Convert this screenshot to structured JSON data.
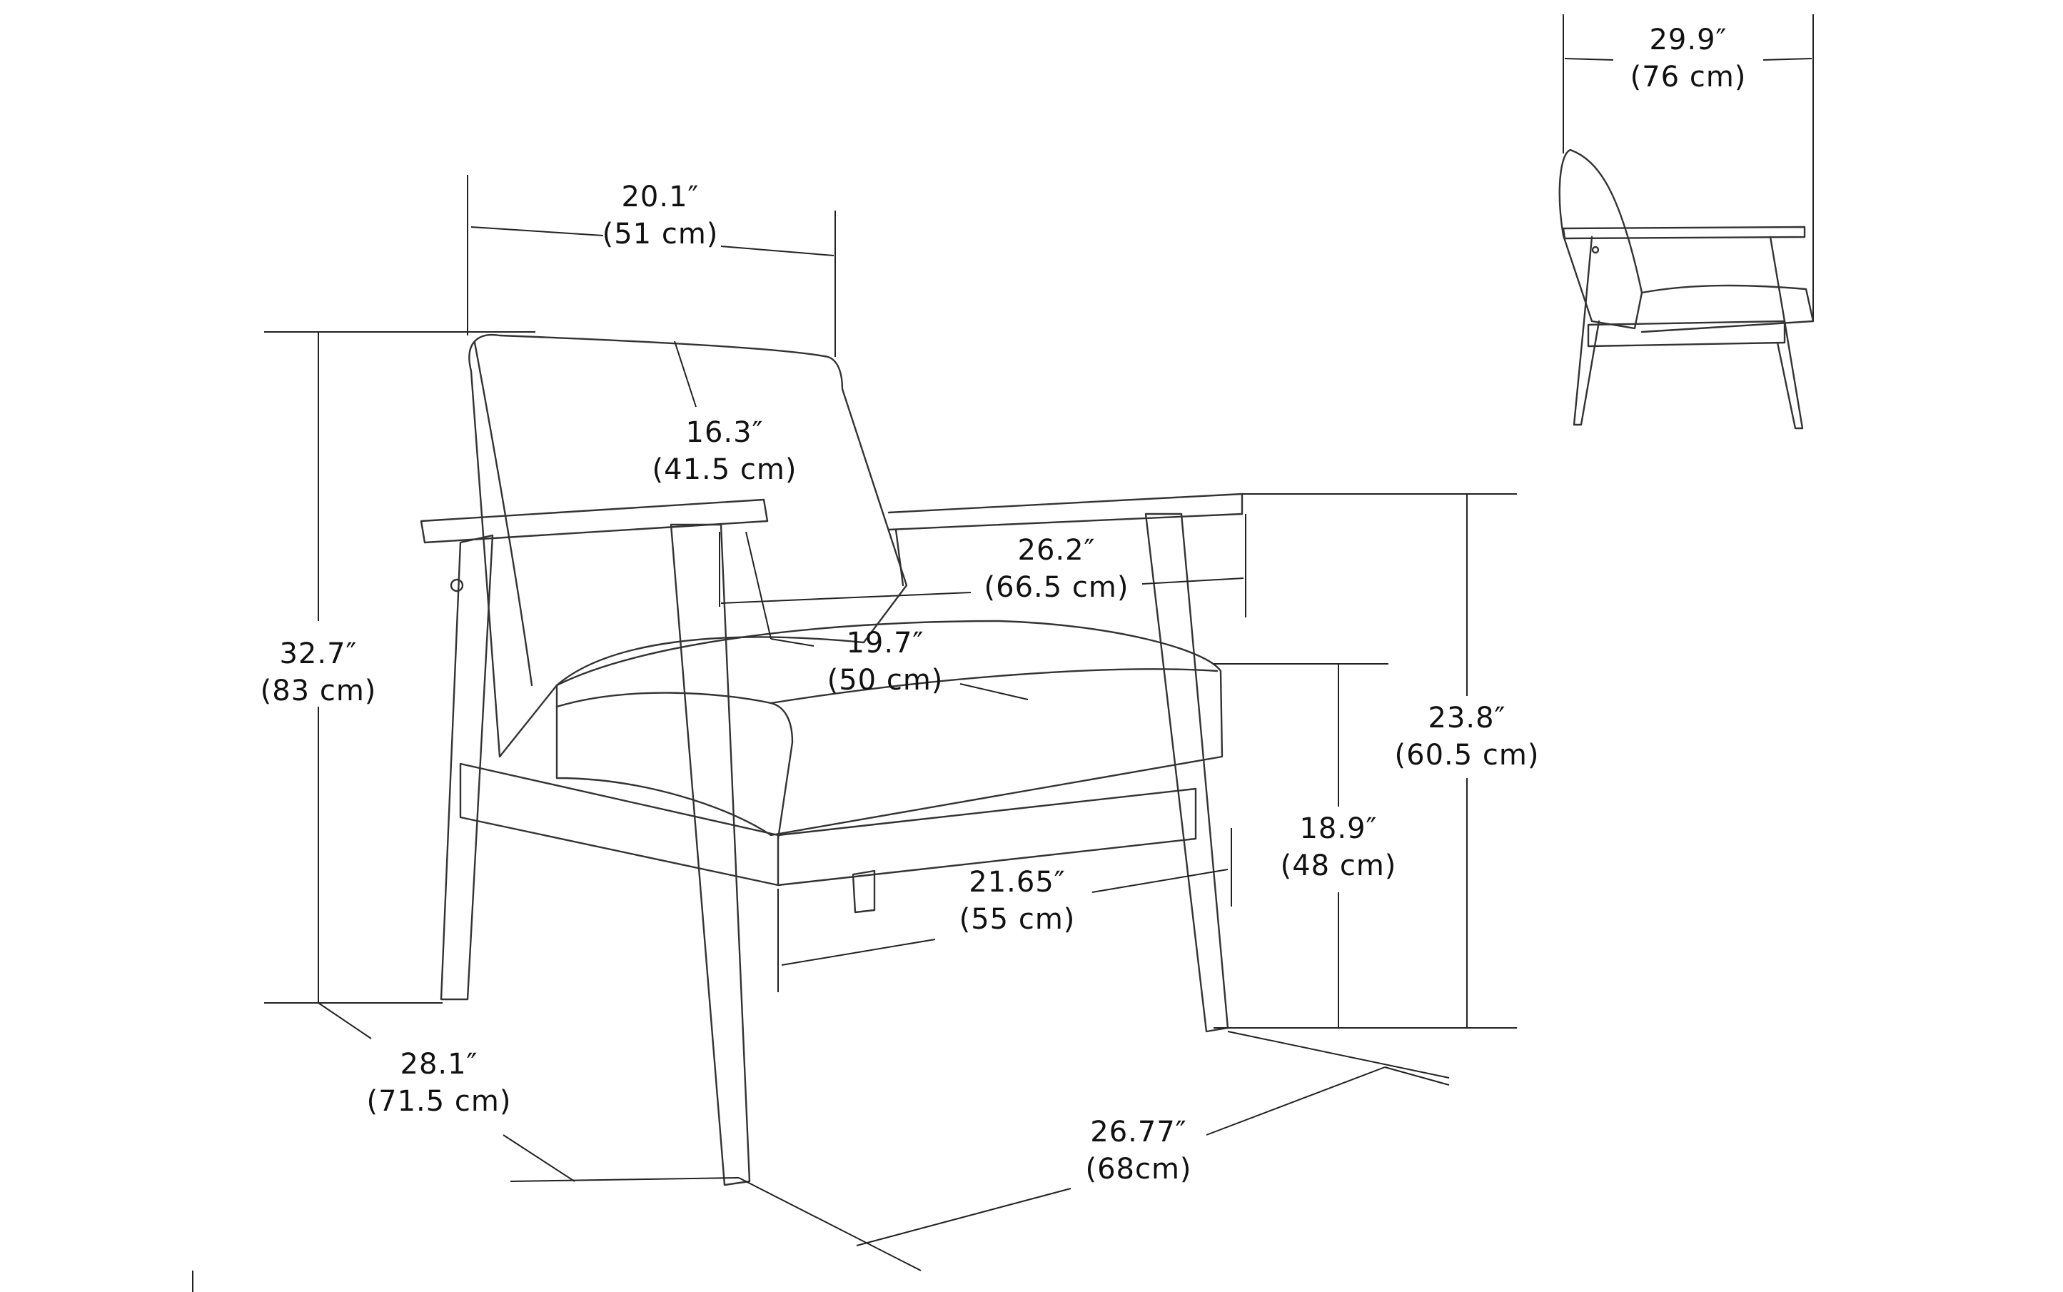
{
  "measurements": {
    "side_width": {
      "imperial": "29.9″",
      "metric": "(76 cm)"
    },
    "back_width": {
      "imperial": "20.1″",
      "metric": "(51 cm)"
    },
    "back_height": {
      "imperial": "16.3″",
      "metric": "(41.5 cm)"
    },
    "overall_height": {
      "imperial": "32.7″",
      "metric": "(83 cm)"
    },
    "inner_width": {
      "imperial": "26.2″",
      "metric": "(66.5 cm)"
    },
    "seat_depth": {
      "imperial": "19.7″",
      "metric": "(50 cm)"
    },
    "arm_height": {
      "imperial": "23.8″",
      "metric": "(60.5 cm)"
    },
    "seat_height": {
      "imperial": "18.9″",
      "metric": "(48 cm)"
    },
    "seat_width": {
      "imperial": "21.65″",
      "metric": "(55 cm)"
    },
    "overall_depth": {
      "imperial": "28.1″",
      "metric": "(71.5 cm)"
    },
    "overall_width": {
      "imperial": "26.77″",
      "metric": "(68cm)"
    }
  },
  "colors": {
    "line": "#333333",
    "text": "#111111",
    "background": "#ffffff"
  }
}
